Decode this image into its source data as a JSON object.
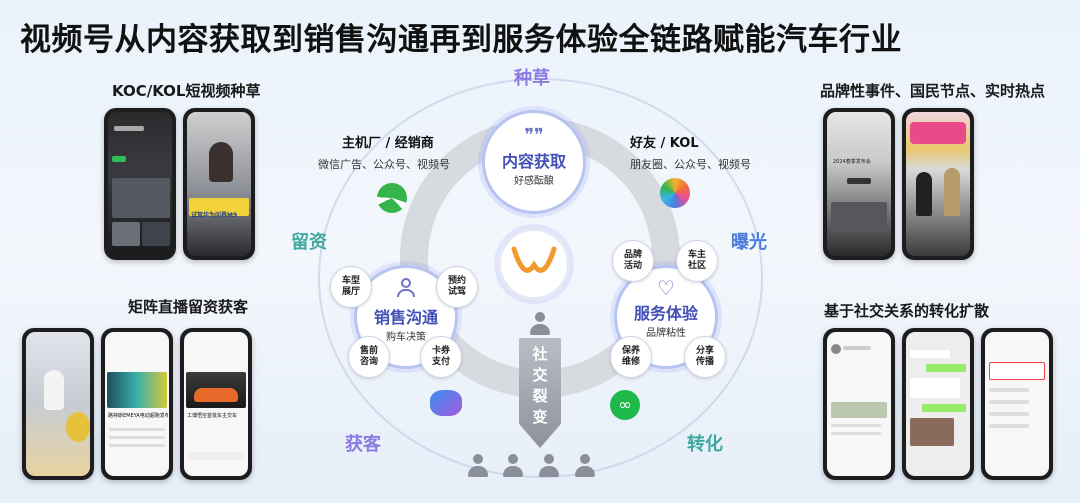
{
  "title": "视频号从内容获取到销售沟通再到服务体验全链路赋能汽车行业",
  "sections": {
    "top_left": "KOC/KOL短视频种草",
    "bottom_left": "矩阵直播留资获客",
    "top_right": "品牌性事件、国民节点、实时热点",
    "bottom_right": "基于社交关系的转化扩散"
  },
  "stages": {
    "top": "种草",
    "left": "留资",
    "right": "曝光",
    "bottom_left": "获客",
    "bottom_right": "转化"
  },
  "center": {
    "content": {
      "title": "内容获取",
      "subtitle": "好感酝酿"
    },
    "sales": {
      "title": "销售沟通",
      "subtitle": "购车决策"
    },
    "service": {
      "title": "服务体验",
      "subtitle": "品牌粘性"
    },
    "sales_satellites": [
      "车型展厅",
      "预约试驾",
      "售前咨询",
      "卡券支付"
    ],
    "service_satellites": [
      "品牌活动",
      "车主社区",
      "保养维修",
      "分享传播"
    ],
    "spread_label": "社交裂变"
  },
  "sources": {
    "left": {
      "title": "主机厂 / 经销商",
      "subtitle": "微信广告、公众号、视频号"
    },
    "right": {
      "title": "好友 / KOL",
      "subtitle": "朋友圈、公众号、视频号"
    }
  },
  "phones": {
    "p1_caption": "试驾华为问界M9",
    "p2_caption": "2024春季发布会",
    "p3_caption": "路特斯EMEYA电动超跑发布",
    "p4_caption": "工博悟空首批车主交车"
  },
  "colors": {
    "accent": "#4250b8",
    "stage_purple": "#8c7ae0",
    "stage_green": "#3fa9a0",
    "stage_blue": "#4a7cdc"
  }
}
